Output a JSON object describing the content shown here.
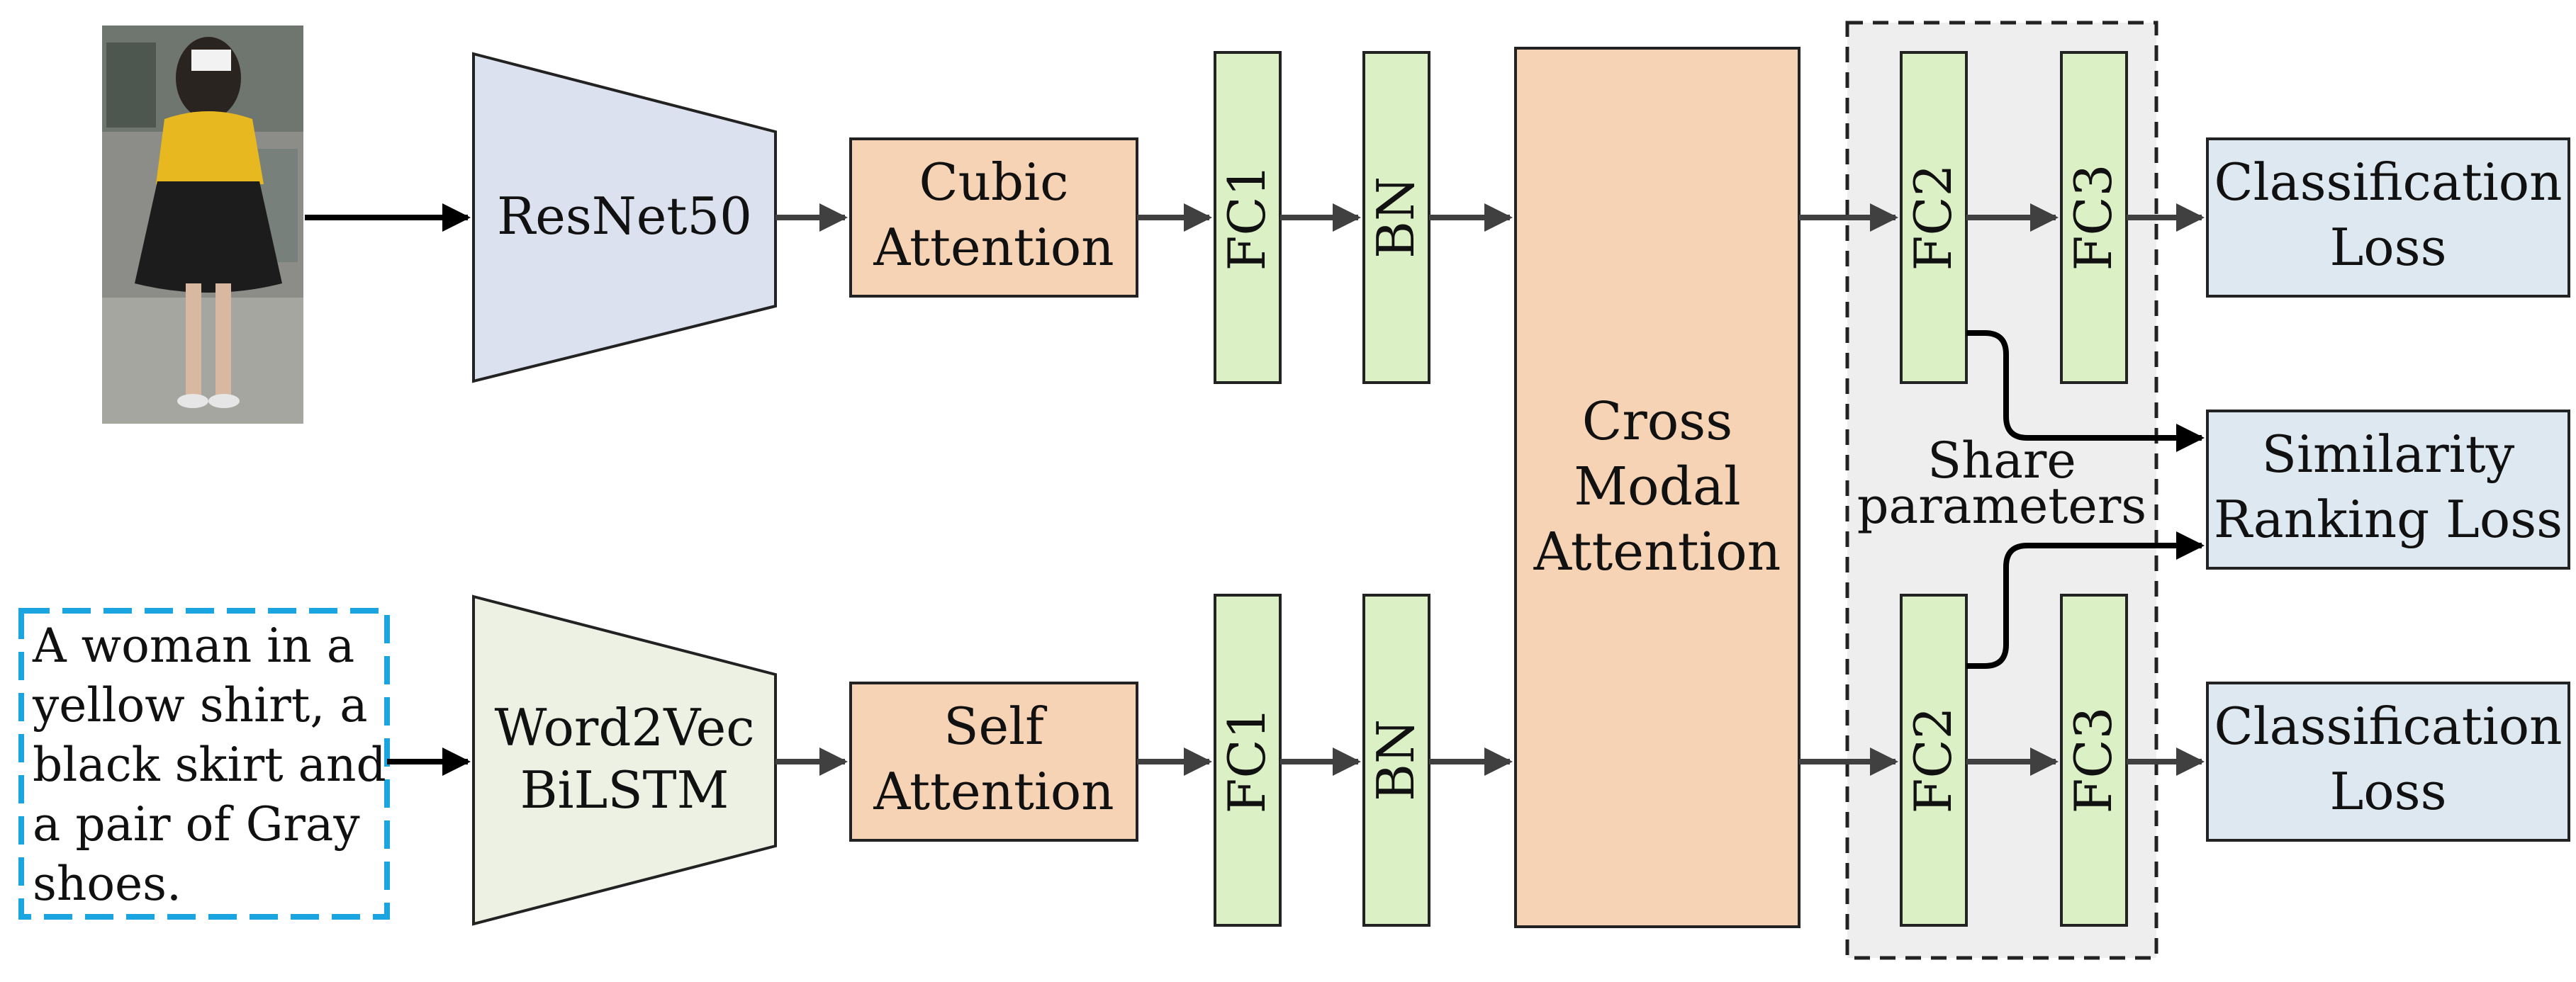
{
  "blocks": {
    "resnet": "ResNet50",
    "encoder_text_line1": "Word2Vec",
    "encoder_text_line2": "BiLSTM",
    "cubic_line1": "Cubic",
    "cubic_line2": "Attention",
    "self_line1": "Self",
    "self_line2": "Attention",
    "fc1": "FC1",
    "bn": "BN",
    "cross_line1": "Cross",
    "cross_line2": "Modal",
    "cross_line3": "Attention",
    "fc2": "FC2",
    "fc3": "FC3"
  },
  "share_group": {
    "line1": "Share",
    "line2": "parameters"
  },
  "losses": {
    "classification_line1": "Classification",
    "classification_line2": "Loss",
    "similarity_line1": "Similarity",
    "similarity_line2": "Ranking Loss"
  },
  "text_query": {
    "lines": [
      "A woman in a",
      "yellow shirt, a",
      "black skirt and",
      "a pair of Gray",
      "shoes."
    ]
  },
  "colors": {
    "encoder_image_fill": "#dce1ef",
    "encoder_text_fill": "#edf1e3",
    "attention_fill": "#f6d3b4",
    "fc_fill": "#dcf0c6",
    "loss_fill": "#dde8f0",
    "share_bg": "#eeeeee",
    "text_query_border": "#1aa4e0",
    "arrow": "#404040"
  },
  "icons": {
    "pedestrian_photo": "pedestrian-image"
  }
}
